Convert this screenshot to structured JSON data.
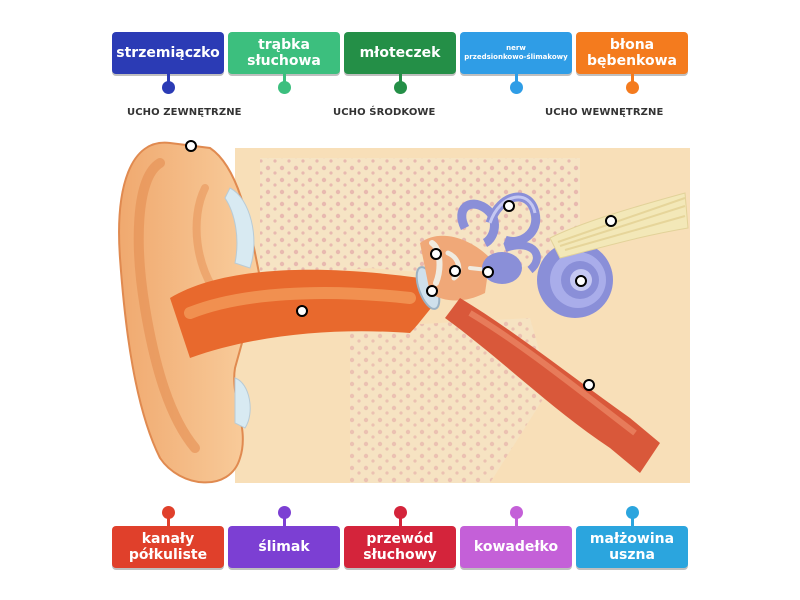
{
  "top_tiles": [
    {
      "label": "strzemiączko",
      "color": "#2b3bb5",
      "small": false
    },
    {
      "label": "trąbka\nsłuchowa",
      "color": "#3cbf7e",
      "small": false
    },
    {
      "label": "młoteczek",
      "color": "#248f47",
      "small": false
    },
    {
      "label": "nerw\nprzedsionkowo-ślimakowy",
      "color": "#2f9de6",
      "small": true
    },
    {
      "label": "błona\nbębenkowa",
      "color": "#f47b1e",
      "small": false
    }
  ],
  "bottom_tiles": [
    {
      "label": "kanały\npółkuliste",
      "color": "#e0402b",
      "small": false
    },
    {
      "label": "ślimak",
      "color": "#7c3fd3",
      "small": false
    },
    {
      "label": "przewód\nsłuchowy",
      "color": "#d4243b",
      "small": false
    },
    {
      "label": "kowadełko",
      "color": "#c460d8",
      "small": false
    },
    {
      "label": "małżowina\nuszna",
      "color": "#2ba5de",
      "small": false
    }
  ],
  "regions": {
    "outer": "UCHO ZEWNĘTRZNE",
    "middle": "UCHO ŚRODKOWE",
    "inner": "UCHO WEWNĘTRZNE"
  },
  "colors": {
    "skin": "#f6c08f",
    "skin_dark": "#e8965e",
    "canal": "#e8692d",
    "canal_light": "#f5a15f",
    "bone": "#f6e4c4",
    "bone_dots": "#e8b9b0",
    "cochlea": "#8a8fd8",
    "cochlea_light": "#c5c8f2",
    "tube": "#d9583a",
    "nerve": "#f3e8b8"
  }
}
